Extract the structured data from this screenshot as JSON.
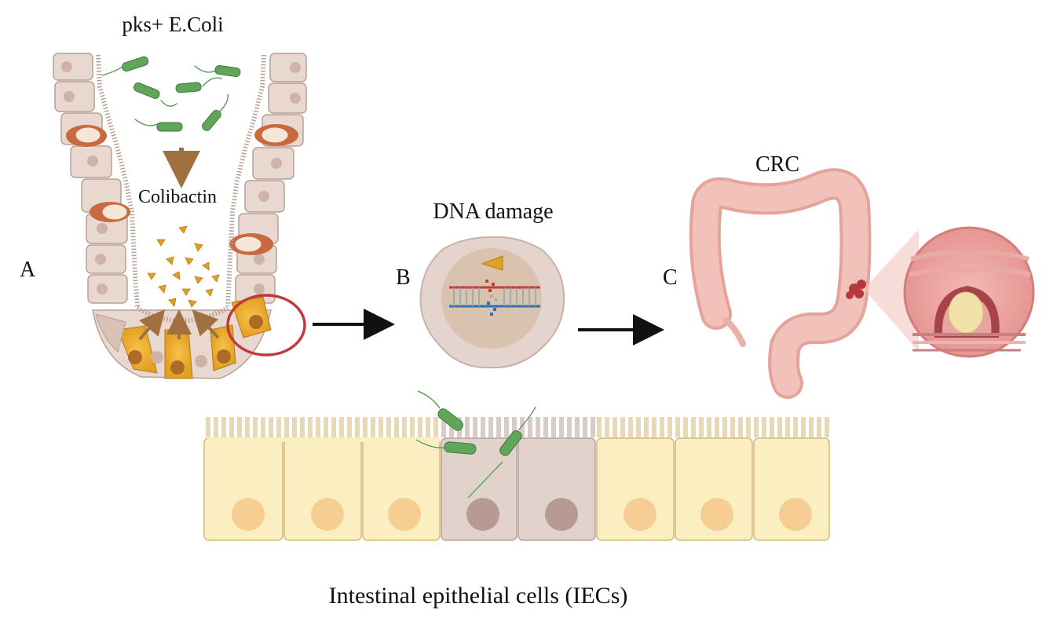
{
  "labels": {
    "pks": "pks+ E.Coli",
    "colibactin": "Colibactin",
    "dna_damage": "DNA damage",
    "crc": "CRC",
    "panel_a": "A",
    "panel_b": "B",
    "panel_c": "C",
    "iecs": "Intestinal epithelial cells (IECs)"
  },
  "colors": {
    "cell_beige": "#e8d8cf",
    "cell_outline": "#b89f93",
    "bacteria_green": "#5fa55a",
    "colibactin_orange": "#e0a020",
    "arrow_brown": "#a07040",
    "highlight_red": "#c0393b",
    "iec_yellow": "#fbefc2",
    "iec_damaged": "#e2d2cc",
    "colon_pink": "#efb7b0"
  }
}
